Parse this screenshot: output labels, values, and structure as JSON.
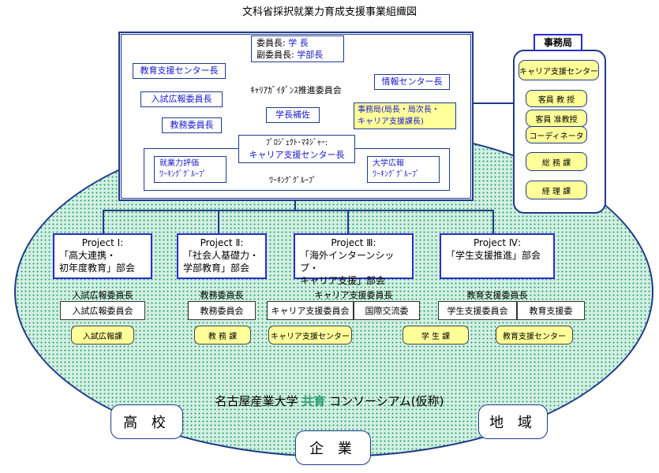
{
  "title": "文科省採択就業力育成支援事業組織図",
  "committee": {
    "chair_label": "委員長:",
    "chair_name": "学 長",
    "vice_label": "副委員長:",
    "vice_name": "学部長",
    "career_center_head": "教育支援センター長",
    "admissions_head": "入試広報委員長",
    "academic_head": "教務委員長",
    "committee_name": "ｷｬﾘｱｶﾞｲﾀﾞﾝｽ推進委員会",
    "info_center_head": "情報センター長",
    "assistant": "学長補佐",
    "office_line1": "事務局(局長・局次長・",
    "office_line2": "キャリア支援課長)",
    "pm_label": "ﾌﾟﾛｼﾞｪｸﾄ･ﾏﾈｼﾞｬｰ:",
    "pm_name": "キャリア支援センター長",
    "wg_eval_line1": "就業力評価",
    "wg_eval_line2": "ﾜｰｷﾝｸﾞｸﾞﾙｰﾌﾟ",
    "wg_center": "ﾜｰｷﾝｸﾞｸﾞﾙｰﾌﾟ",
    "wg_pr_line1": "大学広報",
    "wg_pr_line2": "ﾜｰｷﾝｸﾞｸﾞﾙｰﾌﾟ"
  },
  "secretariat": {
    "title": "事務局",
    "items": [
      "キャリア支援センター",
      "客員 教 授",
      "客員 准教授",
      "コーディネータ",
      "総 務 課",
      "経 理 課"
    ]
  },
  "projects": [
    {
      "label": "Project Ⅰ:",
      "line1": "「高大連携・",
      "line2": "初年度教育」部会",
      "head": "入試広報委員長",
      "committees": [
        "入試広報委員会"
      ],
      "offices": [
        "入試広報課"
      ]
    },
    {
      "label": "Project Ⅱ:",
      "line1": "「社会人基礎力・",
      "line2": "学部教育」部会",
      "head": "教務委員長",
      "committees": [
        "教務委員会"
      ],
      "offices": [
        "教 務 課"
      ]
    },
    {
      "label": "Project Ⅲ:",
      "line1": "「海外インターンシップ・",
      "line2": "キャリア支援」部会",
      "head": "キャリア支援委員長",
      "committees": [
        "キャリア支援委員会",
        "国際交流委"
      ],
      "offices": [
        "キャリア支援センター",
        "学 生 課"
      ]
    },
    {
      "label": "Project Ⅳ:",
      "line1": "「学生支援推進」部会",
      "line2": "",
      "head": "教育支援委員長",
      "committees": [
        "学生支援委員会",
        "教育支援委"
      ],
      "offices": [
        "教育支援センター"
      ]
    }
  ],
  "consortium": {
    "prefix": "名古屋産業大学 ",
    "highlight": "共育",
    "suffix": " コンソーシアム(仮称)"
  },
  "partners": {
    "high_school": "高 校",
    "industry": "企 業",
    "region": "地 域"
  },
  "colors": {
    "border": "#1f3a8a",
    "highlight": "#ffff99",
    "consortium_green": "#2a9f6a",
    "accent_blue": "#1a1acc"
  }
}
